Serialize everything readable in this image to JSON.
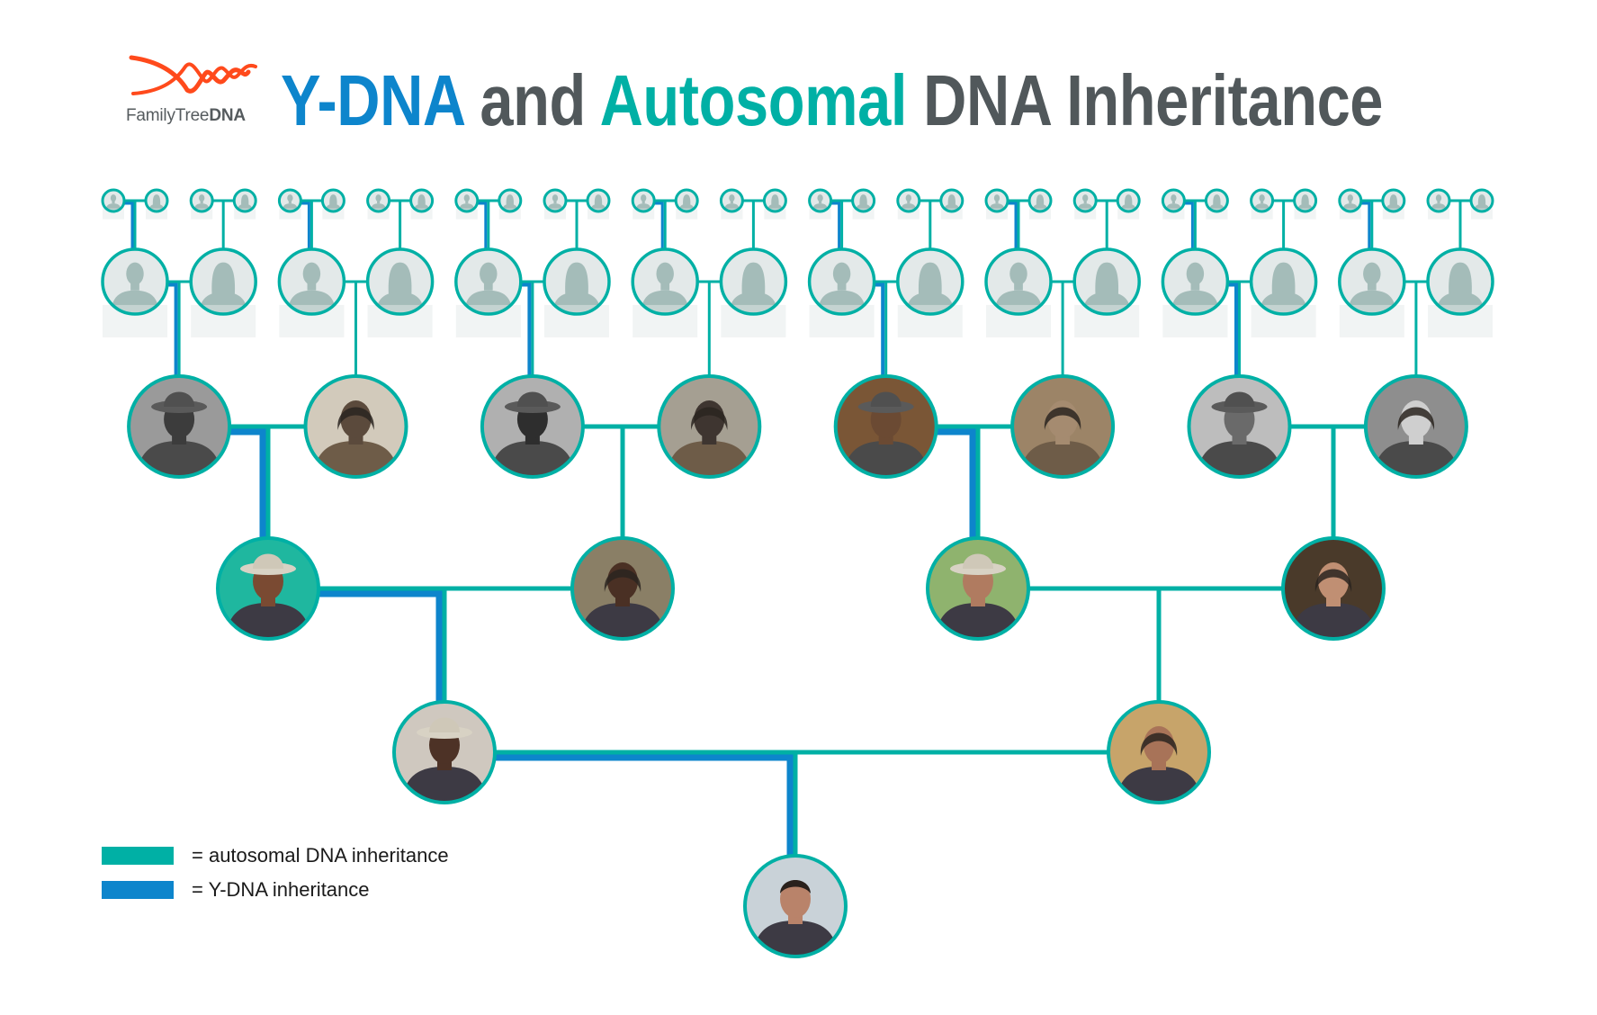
{
  "logo": {
    "brand_light": "FamilyTree",
    "brand_bold": "DNA",
    "icon": "dna-helix-icon",
    "color": "#ff4a1c"
  },
  "title": {
    "part1": "Y-DNA",
    "part2": " and ",
    "part3": "Autosomal",
    "part4": " DNA Inheritance"
  },
  "colors": {
    "ydna": "#0d85cc",
    "autosomal": "#00b0a5",
    "title_gray": "#51585b",
    "placeholder_bg": "#e3e9e9",
    "placeholder_figure": "#a4bcb9"
  },
  "legend": [
    {
      "label": "= autosomal DNA inheritance",
      "color": "#00b0a5"
    },
    {
      "label": "= Y-DNA inheritance",
      "color": "#0d85cc"
    }
  ],
  "tree": {
    "generations": [
      {
        "name": "great-great-great-grandparents",
        "kind": "placeholder-small",
        "people": [
          "male",
          "female",
          "male",
          "female",
          "male",
          "female",
          "male",
          "female",
          "male",
          "female",
          "male",
          "female",
          "male",
          "female",
          "male",
          "female",
          "male",
          "female",
          "male",
          "female",
          "male",
          "female",
          "male",
          "female",
          "male",
          "female",
          "male",
          "female",
          "male",
          "female",
          "male",
          "female"
        ]
      },
      {
        "name": "great-great-grandparents",
        "kind": "placeholder",
        "people": [
          "male",
          "female",
          "male",
          "female",
          "male",
          "female",
          "male",
          "female",
          "male",
          "female",
          "male",
          "female",
          "male",
          "female",
          "male",
          "female"
        ]
      },
      {
        "name": "great-grandparents",
        "kind": "photo",
        "people": [
          {
            "sex": "male",
            "tone": "grayscale",
            "bg": "#9a9a9a",
            "skin": "#3c3c3c",
            "hat": true
          },
          {
            "sex": "female",
            "tone": "sepia",
            "bg": "#d2cabb",
            "skin": "#5b4a3c",
            "hat": false
          },
          {
            "sex": "male",
            "tone": "grayscale",
            "bg": "#b0b0b0",
            "skin": "#2e2e2e",
            "hat": true
          },
          {
            "sex": "female",
            "tone": "sepia-gray",
            "bg": "#a59f92",
            "skin": "#3e3530",
            "hat": false
          },
          {
            "sex": "male",
            "tone": "painting",
            "bg": "#7a5636",
            "skin": "#6b4a33",
            "hat": true
          },
          {
            "sex": "female",
            "tone": "sepia",
            "bg": "#9c8467",
            "skin": "#a58b70",
            "hat": false
          },
          {
            "sex": "male",
            "tone": "grayscale",
            "bg": "#bdbdbd",
            "skin": "#6a6a6a",
            "hat": true
          },
          {
            "sex": "female",
            "tone": "grayscale",
            "bg": "#8e8e8e",
            "skin": "#cfcfcf",
            "hat": false
          }
        ]
      },
      {
        "name": "grandparents",
        "kind": "photo",
        "people": [
          {
            "sex": "male",
            "tone": "color",
            "bg": "#1fb79f",
            "skin": "#7a4a32",
            "hat": true
          },
          {
            "sex": "female",
            "tone": "color",
            "bg": "#8a7f66",
            "skin": "#4a3024",
            "hat": false
          },
          {
            "sex": "male",
            "tone": "color",
            "bg": "#8fb36e",
            "skin": "#b07b60",
            "hat": true
          },
          {
            "sex": "female",
            "tone": "color",
            "bg": "#4a3a2a",
            "skin": "#c08f73",
            "hat": false
          }
        ]
      },
      {
        "name": "parents",
        "kind": "photo",
        "people": [
          {
            "sex": "male",
            "tone": "color",
            "bg": "#cfc8bf",
            "skin": "#4d3226",
            "hat": true
          },
          {
            "sex": "female",
            "tone": "color",
            "bg": "#c7a46a",
            "skin": "#a87358",
            "hat": false
          }
        ]
      },
      {
        "name": "tester",
        "kind": "photo",
        "people": [
          {
            "sex": "male",
            "tone": "color",
            "bg": "#c9d2d8",
            "skin": "#b9836a",
            "hat": false
          }
        ]
      }
    ]
  }
}
